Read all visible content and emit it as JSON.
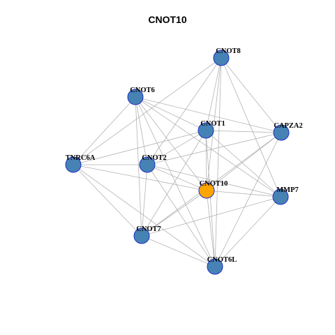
{
  "title": "CNOT10",
  "colors": {
    "default_node": "#4682b4",
    "highlight_node": "#ffa500",
    "node_border": "#1f2fc7",
    "edge": "#b3b3b3"
  },
  "nodes": [
    {
      "id": "CNOT8",
      "label": "CNOT8",
      "highlight": false
    },
    {
      "id": "CNOT6",
      "label": "CNOT6",
      "highlight": false
    },
    {
      "id": "CNOT1",
      "label": "CNOT1",
      "highlight": false
    },
    {
      "id": "CAPZA2",
      "label": "CAPZA2",
      "highlight": false
    },
    {
      "id": "TNRC6A",
      "label": "TNRC6A",
      "highlight": false
    },
    {
      "id": "CNOT2",
      "label": "CNOT2",
      "highlight": false
    },
    {
      "id": "CNOT10",
      "label": "CNOT10",
      "highlight": true
    },
    {
      "id": "MMP7",
      "label": "MMP7",
      "highlight": false
    },
    {
      "id": "CNOT7",
      "label": "CNOT7",
      "highlight": false
    },
    {
      "id": "CNOT6L",
      "label": "CNOT6L",
      "highlight": false
    }
  ],
  "edges": [
    [
      "CNOT8",
      "CNOT1"
    ],
    [
      "CNOT8",
      "CAPZA2"
    ],
    [
      "CNOT8",
      "CNOT10"
    ],
    [
      "CNOT8",
      "CNOT2"
    ],
    [
      "CNOT8",
      "TNRC6A"
    ],
    [
      "CNOT8",
      "MMP7"
    ],
    [
      "CNOT8",
      "CNOT6L"
    ],
    [
      "CNOT6",
      "CNOT1"
    ],
    [
      "CNOT6",
      "CAPZA2"
    ],
    [
      "CNOT6",
      "TNRC6A"
    ],
    [
      "CNOT6",
      "CNOT2"
    ],
    [
      "CNOT6",
      "CNOT10"
    ],
    [
      "CNOT6",
      "CNOT7"
    ],
    [
      "CNOT6",
      "MMP7"
    ],
    [
      "CNOT6",
      "CNOT6L"
    ],
    [
      "CNOT1",
      "CAPZA2"
    ],
    [
      "CNOT1",
      "TNRC6A"
    ],
    [
      "CNOT1",
      "CNOT10"
    ],
    [
      "CNOT1",
      "MMP7"
    ],
    [
      "CNOT1",
      "CNOT7"
    ],
    [
      "CNOT1",
      "CNOT6L"
    ],
    [
      "CNOT1",
      "CNOT2"
    ],
    [
      "CAPZA2",
      "CNOT2"
    ],
    [
      "CAPZA2",
      "CNOT10"
    ],
    [
      "CAPZA2",
      "CNOT7"
    ],
    [
      "CAPZA2",
      "CNOT6L"
    ],
    [
      "TNRC6A",
      "CNOT2"
    ],
    [
      "TNRC6A",
      "CNOT10"
    ],
    [
      "TNRC6A",
      "CNOT7"
    ],
    [
      "TNRC6A",
      "CNOT6L"
    ],
    [
      "CNOT2",
      "CNOT10"
    ],
    [
      "CNOT2",
      "CNOT7"
    ],
    [
      "CNOT2",
      "CNOT6L"
    ],
    [
      "CNOT2",
      "MMP7"
    ],
    [
      "CNOT10",
      "MMP7"
    ],
    [
      "CNOT10",
      "CNOT7"
    ],
    [
      "CNOT10",
      "CNOT6L"
    ],
    [
      "MMP7",
      "CNOT7"
    ],
    [
      "MMP7",
      "CNOT6L"
    ],
    [
      "CNOT7",
      "CNOT6L"
    ]
  ]
}
